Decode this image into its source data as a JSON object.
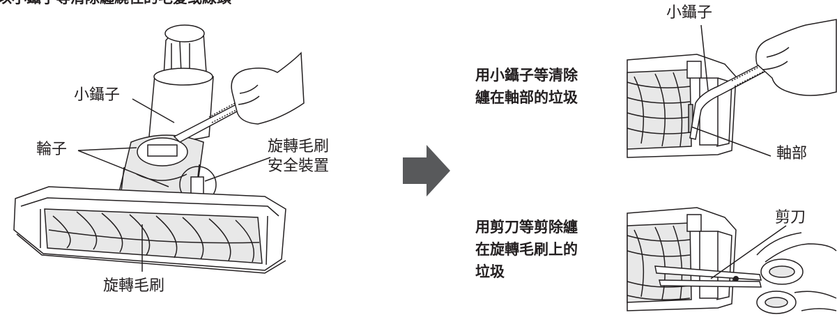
{
  "top_caption": "以小鑷子等清除纏繞住的毛髮或線頭",
  "left_figure": {
    "label_tweezers": "小鑷子",
    "label_wheels": "輪子",
    "label_safety_line1": "旋轉毛刷",
    "label_safety_line2": "安全裝置",
    "label_brush": "旋轉毛刷"
  },
  "arrow_icon": "right-arrow-icon",
  "step1": {
    "text_line1": "用小鑷子等清除",
    "text_line2": "纏在軸部的垃圾",
    "label_tweezers": "小鑷子",
    "label_shaft": "軸部"
  },
  "step2": {
    "text_line1": "用剪刀等剪除纏",
    "text_line2": "在旋轉毛刷上的",
    "text_line3": "垃圾",
    "label_scissors": "剪刀"
  }
}
